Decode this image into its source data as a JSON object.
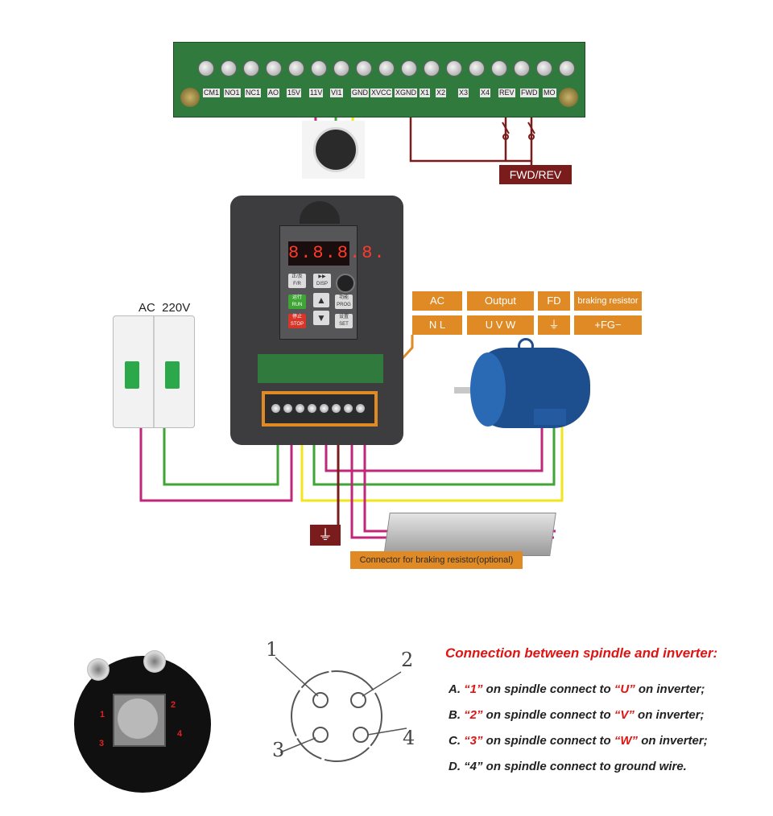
{
  "control_terminals": [
    "CM1",
    "NO1",
    "NC1",
    "AO",
    "15V",
    "11V",
    "VI1",
    "GND",
    "XVCC",
    "XGND",
    "X1",
    "X2",
    "X3",
    "X4",
    "REV",
    "FWD",
    "MO"
  ],
  "fwd_rev_label": "FWD/REV",
  "ac_label": "AC  220V",
  "header_boxes": {
    "ac": "AC",
    "output": "Output",
    "fd": "FD",
    "braking": "braking resistor",
    "ac_terms": "N    L",
    "output_terms": "U   V   W",
    "fd_terms": "⏚",
    "braking_terms": "+FG−"
  },
  "keypad": {
    "display": "8.8.8.8.",
    "fwd": "正/反\nF/R",
    "disp": "▶▶\nDISP",
    "run": "运行\nRUN",
    "prog": "功能\nPROG",
    "stop": "停止\nSTOP",
    "set": "设置\nSET"
  },
  "ground_symbol": "⏚",
  "braking_connector_label": "Connector for braking resistor(optional)",
  "spindle_pins": [
    "1",
    "2",
    "3",
    "4"
  ],
  "connection": {
    "heading": "Connection between spindle and inverter:",
    "lines": [
      {
        "prefix": "A. ",
        "q1": "“1”",
        "mid": " on spindle connect to ",
        "q2": "“U”",
        "end": " on inverter;"
      },
      {
        "prefix": "B. ",
        "q1": "“2”",
        "mid": " on spindle connect to ",
        "q2": "“V”",
        "end": " on inverter;"
      },
      {
        "prefix": "C. ",
        "q1": "“3”",
        "mid": " on spindle connect to ",
        "q2": "“W”",
        "end": " on inverter;"
      },
      {
        "prefix": "D. ",
        "q1": "“4”",
        "mid": " on spindle connect to ground wire.",
        "q2": "",
        "end": ""
      }
    ]
  },
  "colors": {
    "orange": "#e08a25",
    "brown": "#7a1c1c",
    "magenta": "#c0267a",
    "green": "#3fa535",
    "yellow": "#f2e51b",
    "red_text": "#e01414"
  }
}
